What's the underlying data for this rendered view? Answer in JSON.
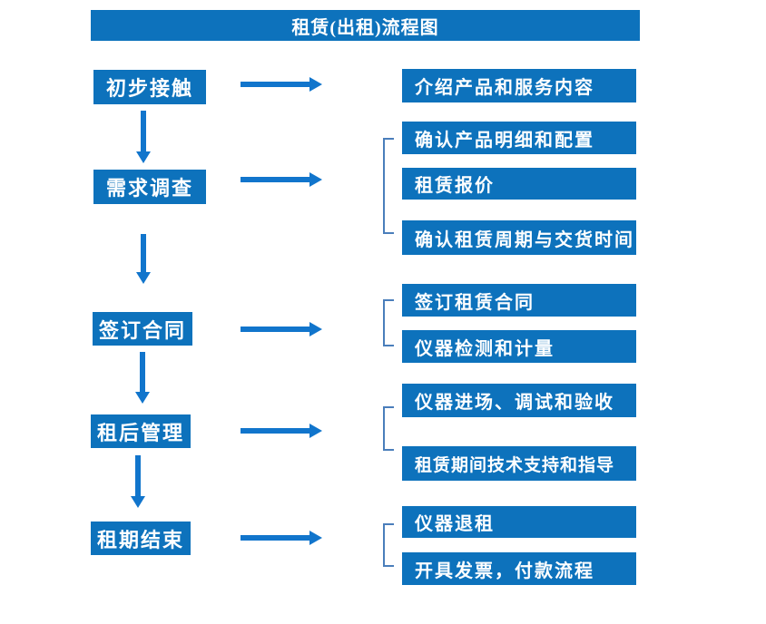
{
  "title": "租赁(出租)流程图",
  "colors": {
    "box_fill": "#0D72BC",
    "arrow": "#1175CC",
    "bracket": "#4A7EBB",
    "text": "#FFFFFF",
    "background": "#FFFFFF"
  },
  "steps": [
    {
      "label": "初步接触",
      "details": [
        "介绍产品和服务内容"
      ]
    },
    {
      "label": "需求调查",
      "details": [
        "确认产品明细和配置",
        "租赁报价",
        "确认租赁周期与交货时间"
      ]
    },
    {
      "label": "签订合同",
      "details": [
        "签订租赁合同",
        "仪器检测和计量"
      ]
    },
    {
      "label": "租后管理",
      "details": [
        "仪器进场、调试和验收",
        "租赁期间技术支持和指导"
      ]
    },
    {
      "label": "租期结束",
      "details": [
        "仪器退租",
        "开具发票，付款流程"
      ]
    }
  ]
}
